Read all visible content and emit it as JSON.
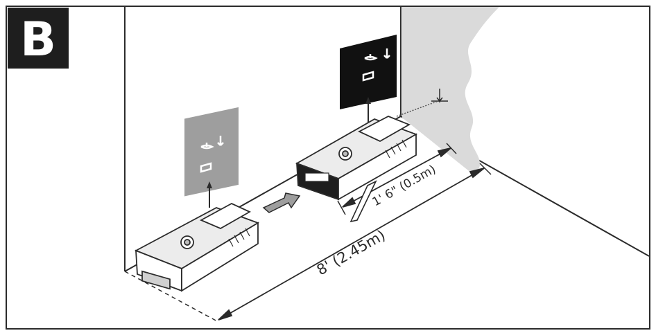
{
  "figure": {
    "badge_letter": "B",
    "dimension_short": "1' 6\" (0.5m)",
    "dimension_long": "8' (2.45m)"
  },
  "colors": {
    "badge_bg": "#1e1e1e",
    "badge_text": "#ffffff",
    "line": "#2b2b2b",
    "light_panel": "#9e9e9e",
    "dark_panel": "#111111",
    "wall_shade": "#dadada",
    "device_face": "#ececec"
  },
  "icons": {
    "move_arrow": "arrow-right-icon",
    "laser_point": "crosshair-icon"
  }
}
